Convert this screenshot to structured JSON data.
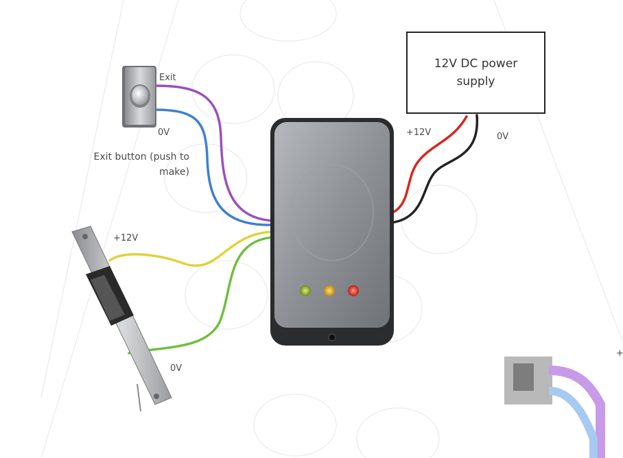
{
  "psu": {
    "label": "12V DC power supply"
  },
  "exit_button": {
    "top_terminal": "Exit",
    "bottom_terminal": "0V",
    "caption": "Exit button (push to make)"
  },
  "lock": {
    "top_terminal": "+12V",
    "bottom_terminal": "0V"
  },
  "reader": {
    "supply_positive": "+12V",
    "supply_negative": "0V",
    "leds": [
      "green",
      "amber",
      "red"
    ]
  },
  "edge_fragment": "+",
  "colors": {
    "exit_wire": "#9b4fbf",
    "zero_wire_exit": "#3f7fd0",
    "lock_positive_wire": "#e0d23a",
    "lock_zero_wire": "#6fbf3e",
    "supply_positive_wire": "#d8261c",
    "supply_negative_wire": "#222222",
    "reader_body": "#8c9096",
    "reader_frame": "#2b2c2e"
  }
}
